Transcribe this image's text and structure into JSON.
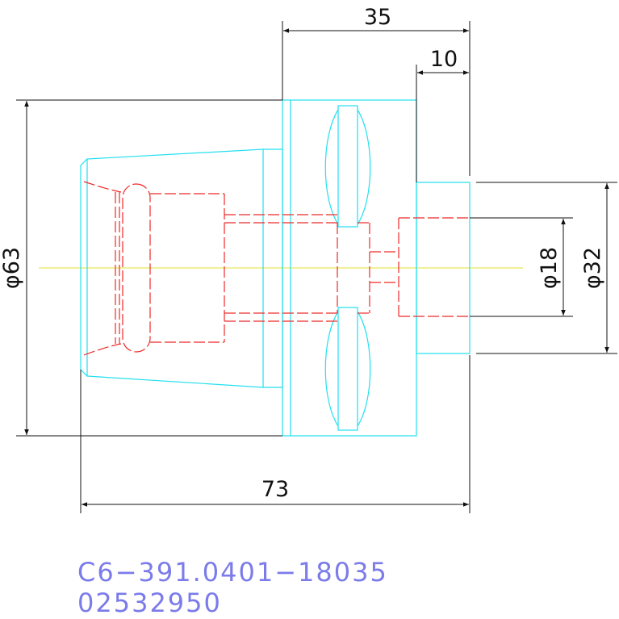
{
  "dimensions": {
    "overall_length": "73",
    "flange_width": "35",
    "shank_length": "10",
    "body_diameter": "φ63",
    "bore_diameter": "φ18",
    "shank_diameter": "φ32"
  },
  "part_code": "C6−391.0401−18035",
  "part_number": "02532950",
  "colors": {
    "outline": "#22e0f0",
    "hidden_lines": "#ee2a2a",
    "centerline": "#e8e85a",
    "dimension_lines": "#111111",
    "part_text": "#7b7bea"
  }
}
